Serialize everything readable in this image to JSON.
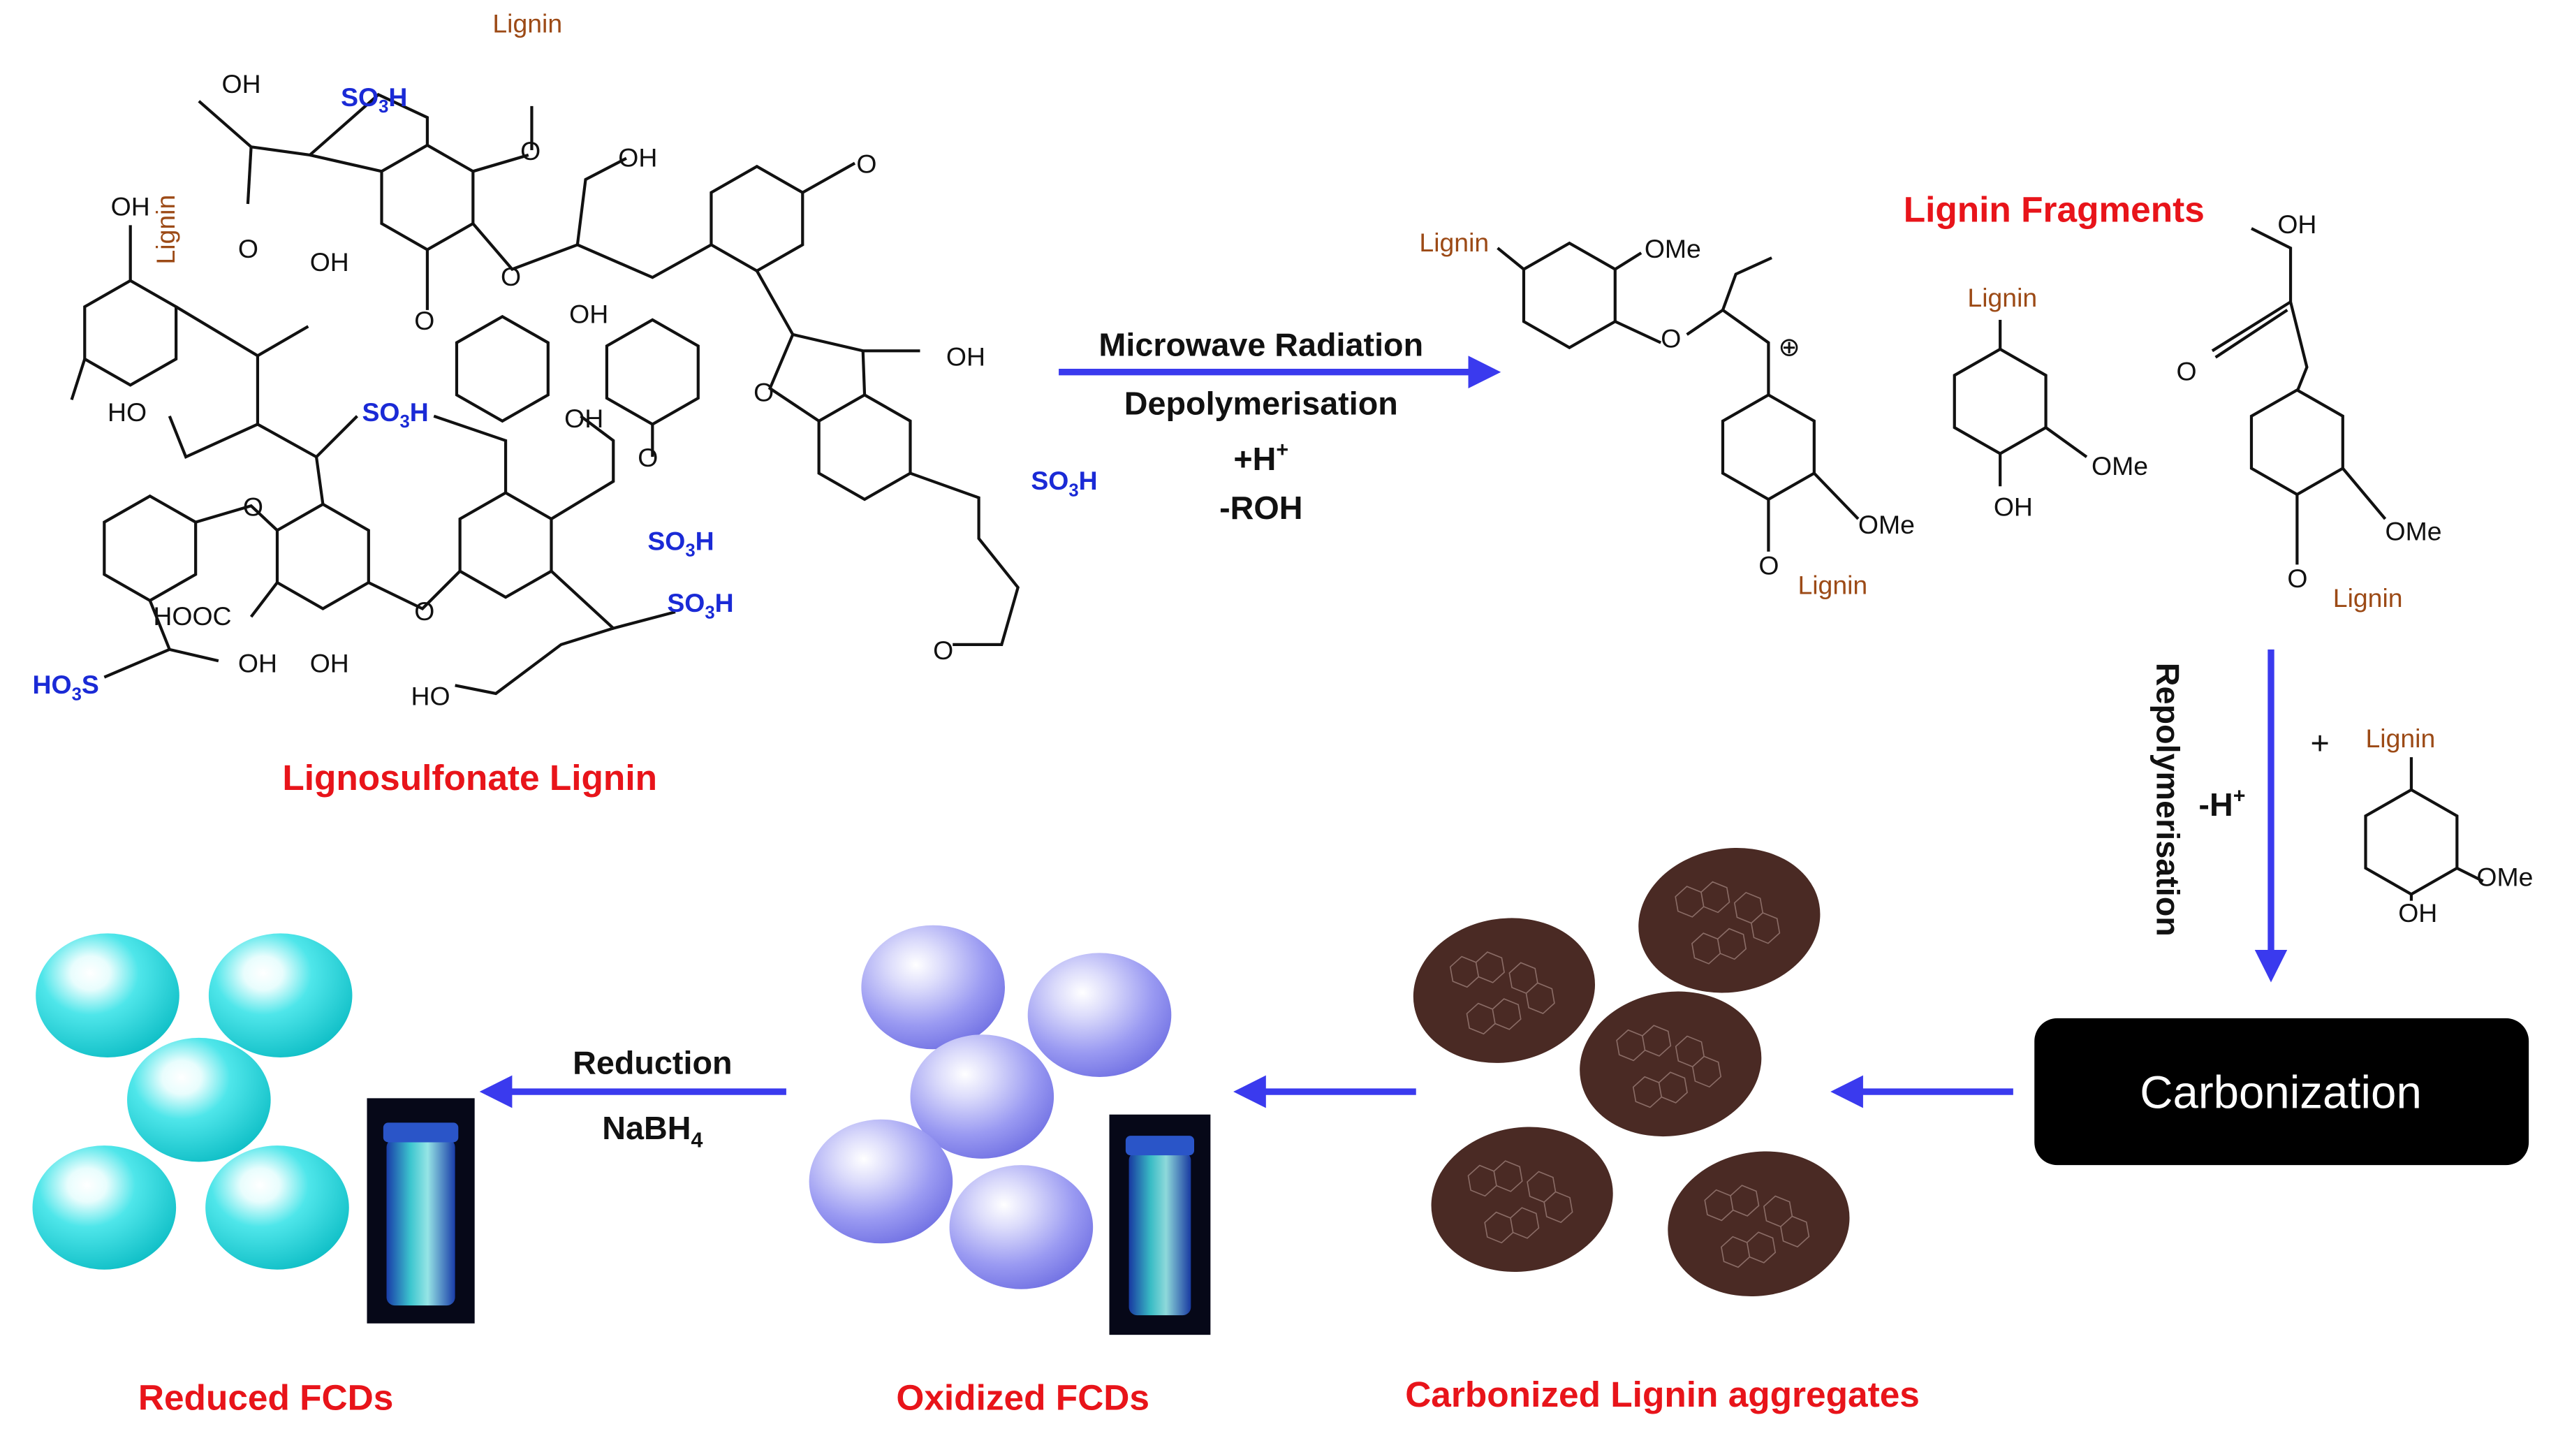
{
  "titles": {
    "lignosulfonate": "Lignosulfonate Lignin",
    "fragments": "Lignin Fragments",
    "reduced": "Reduced FCDs",
    "oxidized": "Oxidized FCDs",
    "carbonized": "Carbonized Lignin aggregates"
  },
  "steps": {
    "microwave": "Microwave Radiation",
    "depolymerisation": "Depolymerisation",
    "h_plus": "+H",
    "h_plus_sup": "+",
    "roh": "-ROH",
    "repolymerisation": "Repolymerisation",
    "minus_h": "-H",
    "minus_h_sup": "+",
    "plus": "+",
    "carbonization": "Carbonization",
    "reduction": "Reduction",
    "nabh": "NaBH",
    "nabh_sub": "4"
  },
  "structure_labels": {
    "lignin": "Lignin",
    "so3h": "SO",
    "so3h_sub": "3",
    "so3h_h": "H",
    "ho3s": "HO",
    "ho3s_sub": "3",
    "ho3s_s": "S",
    "oh": "OH",
    "ho": "HO",
    "hooc": "HOOC",
    "o": "O",
    "ome": "OMe",
    "plus_charge": "⊕"
  },
  "colors": {
    "title_red": "#e8141a",
    "lignin_brown": "#9c4a16",
    "sulfonate_blue": "#1a2ad6",
    "arrow_blue": "#3a3aee",
    "cyan_dot": "#15d6dc",
    "lavender_dot": "#8f8ff0",
    "aggregate_brown": "#4a2a24",
    "carbonization_box": "#000000"
  }
}
